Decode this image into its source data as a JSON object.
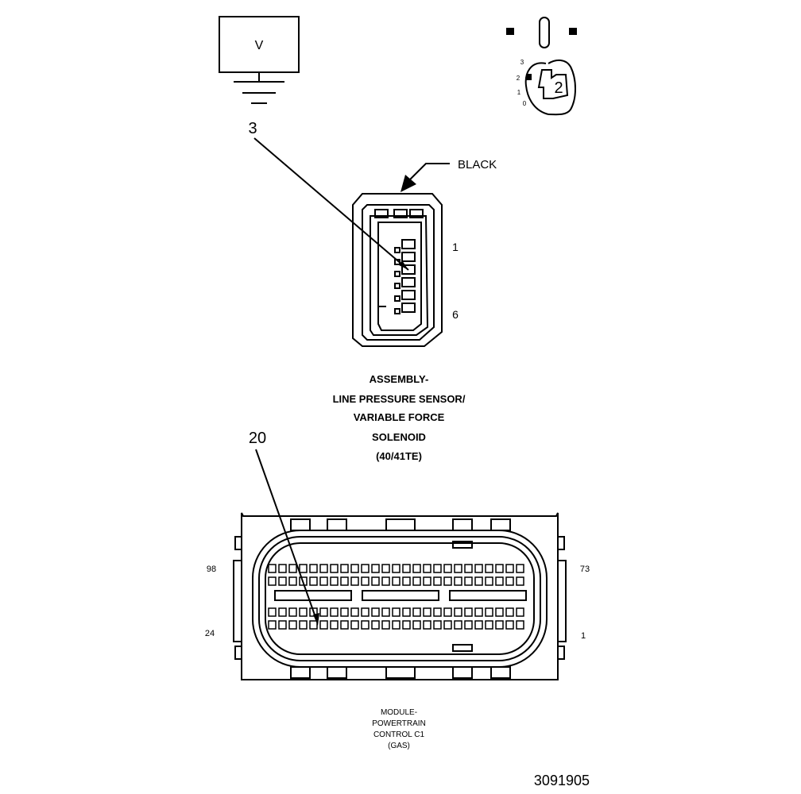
{
  "meter": {
    "symbol": "V"
  },
  "ignition_switch": {
    "positions": [
      "3",
      "2",
      "1",
      "0"
    ],
    "selected": "2"
  },
  "callouts": {
    "sensor_pin": "3",
    "pcm_pin": "20"
  },
  "sensor_connector": {
    "color_label": "BLACK",
    "pin_first": "1",
    "pin_last": "6",
    "title_lines": [
      "ASSEMBLY-",
      "LINE PRESSURE SENSOR/",
      "VARIABLE FORCE",
      "SOLENOID",
      "(40/41TE)"
    ]
  },
  "pcm_connector": {
    "pin_top_left": "98",
    "pin_top_right": "73",
    "pin_bottom_left": "24",
    "pin_bottom_right": "1",
    "title_lines": [
      "MODULE-",
      "POWERTRAIN",
      "CONTROL C1",
      "(GAS)"
    ]
  },
  "figure_number": "3091905"
}
